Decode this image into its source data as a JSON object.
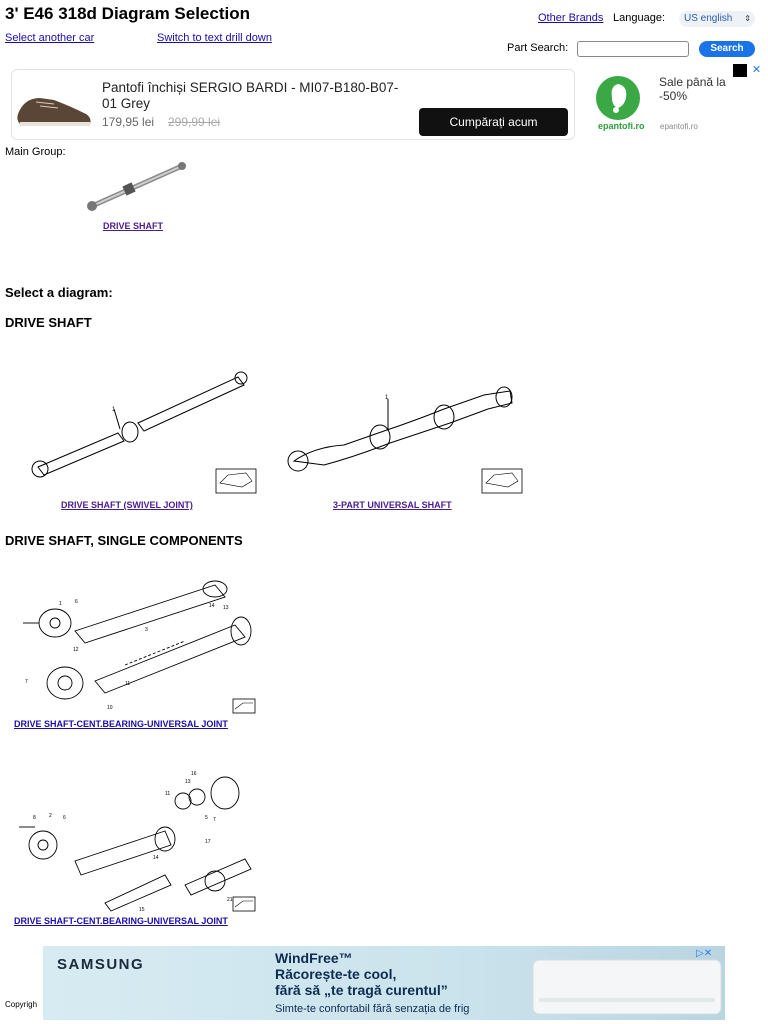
{
  "header": {
    "title": "3' E46 318d Diagram Selection",
    "other_brands": "Other Brands",
    "language_label": "Language:",
    "language_value": "US english",
    "select_another_car": "Select another car",
    "switch_text_drill": "Switch to text drill down",
    "part_search_label": "Part Search:",
    "search_button": "Search"
  },
  "ad_top": {
    "product_title": "Pantofi închiși SERGIO BARDI - MI07-B180-B07-01 Grey",
    "price": "179,95 lei",
    "old_price": "299,99 lei",
    "cta": "Cumpărați acum",
    "sale_text": "Sale până la -50%",
    "brand_name": "epantofi.ro",
    "brand_url": "epantofi.ro"
  },
  "main_group": {
    "label": "Main Group:",
    "item_label": "DRIVE SHAFT"
  },
  "select_diagram": "Select a diagram:",
  "sections": [
    {
      "heading": "DRIVE SHAFT",
      "diagrams": [
        {
          "label": "DRIVE SHAFT (SWIVEL JOINT)"
        },
        {
          "label": "3-PART UNIVERSAL SHAFT"
        }
      ]
    },
    {
      "heading": "DRIVE SHAFT, SINGLE COMPONENTS",
      "diagrams": [
        {
          "label": "DRIVE SHAFT-CENT.BEARING-UNIVERSAL JOINT"
        },
        {
          "label": "DRIVE SHAFT-CENT.BEARING-UNIVERSAL JOINT"
        }
      ]
    }
  ],
  "ad_bottom": {
    "brand": "SAMSUNG",
    "line1": "WindFree™",
    "line2": "Răcorește-te cool,",
    "line3": "fără să „te tragă curentul”",
    "line4": "Simte-te confortabil fără senzația de frig"
  },
  "footer": {
    "copyright": "Copyrigh"
  },
  "colors": {
    "link": "#1a0dab",
    "visited": "#4b1c8f",
    "search_button": "#1a73e8",
    "epantofi_green": "#2e9e3a"
  }
}
